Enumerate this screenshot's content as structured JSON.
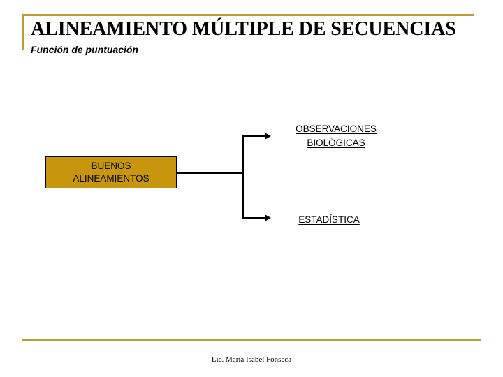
{
  "slide": {
    "title": "ALINEAMIENTO MÚLTIPLE DE SECUENCIAS",
    "subtitle": "Función de puntuación",
    "footer_credit": "Lic. María Isabel Fonseca"
  },
  "colors": {
    "gold_rule": "#bf9b30",
    "node_fill": "#c8960c",
    "node_border": "#000000",
    "connector": "#000000",
    "text": "#000000",
    "background": "#ffffff"
  },
  "diagram": {
    "type": "flow",
    "source_node": {
      "line1": "BUENOS",
      "line2": "ALINEAMIENTOS"
    },
    "targets": [
      {
        "id": "observaciones-biologicas",
        "line1": "OBSERVACIONES",
        "line2": "BIOLÓGICAS",
        "underlined": true
      },
      {
        "id": "estadistica",
        "line1": "ESTADÍSTICA",
        "line2": "",
        "underlined": true
      }
    ],
    "connectors": [
      {
        "from": "BUENOS ALINEAMIENTOS",
        "to": "OBSERVACIONES BIOLÓGICAS",
        "arrow": "right"
      },
      {
        "from": "BUENOS ALINEAMIENTOS",
        "to": "ESTADÍSTICA",
        "arrow": "right"
      }
    ]
  }
}
